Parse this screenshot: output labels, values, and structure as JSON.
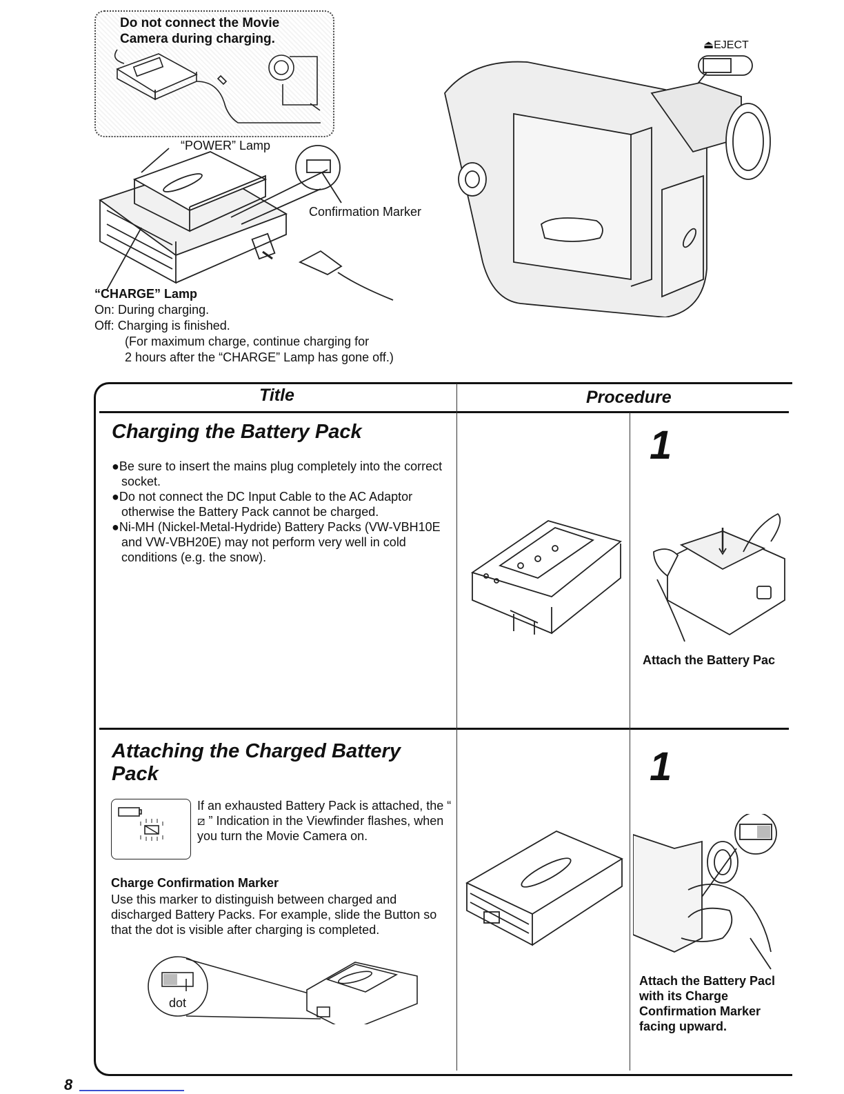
{
  "top": {
    "warning": "Do not connect the Movie Camera during charging.",
    "power_lamp": "“POWER” Lamp",
    "confirmation_marker": "Confirmation Marker",
    "eject": "⏏EJECT",
    "charge_lamp": "“CHARGE” Lamp",
    "on_label": "On:",
    "on_text": "During charging.",
    "off_label": "Off:",
    "off_text": "Charging is finished.",
    "note_line1": "(For maximum charge, continue charging for",
    "note_line2": "2 hours after the “CHARGE” Lamp has gone off.)"
  },
  "table": {
    "col_title": "Title",
    "col_procedure": "Procedure",
    "row1": {
      "title": "Charging the Battery Pack",
      "bullets": [
        "●Be sure to insert the mains plug completely into the correct socket.",
        "●Do not connect the DC Input Cable to the AC Adaptor otherwise the Battery Pack cannot be charged.",
        "●Ni-MH (Nickel-Metal-Hydride) Battery Packs (VW-VBH10E and VW-VBH20E) may not perform very well in cold conditions (e.g. the snow)."
      ],
      "step": "1",
      "caption": "Attach the Battery Pac"
    },
    "row2": {
      "title_line1": "Attaching the Charged Battery",
      "title_line2": "Pack",
      "viewfinder_note": "If an exhausted Battery Pack is attached, the “ ⧄ ” Indication in the Viewfinder flashes, when you turn the Movie Camera on.",
      "ccm_heading": "Charge Confirmation Marker",
      "ccm_body": "Use this marker to distinguish between charged and discharged Battery Packs. For example, slide the Button so that the dot is visible after charging is completed.",
      "dot_label": "dot",
      "step": "1",
      "caption_lines": [
        "Attach the Battery Pacl",
        "with its Charge",
        "Confirmation Marker",
        "facing upward."
      ]
    }
  },
  "page_number": "8"
}
